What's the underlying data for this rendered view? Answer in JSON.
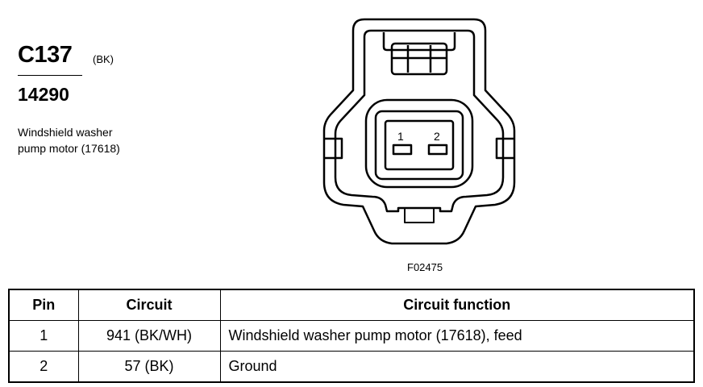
{
  "connector": {
    "id": "C137",
    "color": "(BK)",
    "harness": "14290",
    "component_line1": "Windshield washer",
    "component_line2": "pump motor (17618)",
    "figure_id": "F02475",
    "pin_labels": [
      "1",
      "2"
    ]
  },
  "table": {
    "headers": {
      "pin": "Pin",
      "circuit": "Circuit",
      "function": "Circuit function"
    },
    "rows": [
      {
        "pin": "1",
        "circuit": "941 (BK/WH)",
        "function": "Windshield washer pump motor (17618), feed"
      },
      {
        "pin": "2",
        "circuit": "57 (BK)",
        "function": "Ground"
      }
    ]
  }
}
